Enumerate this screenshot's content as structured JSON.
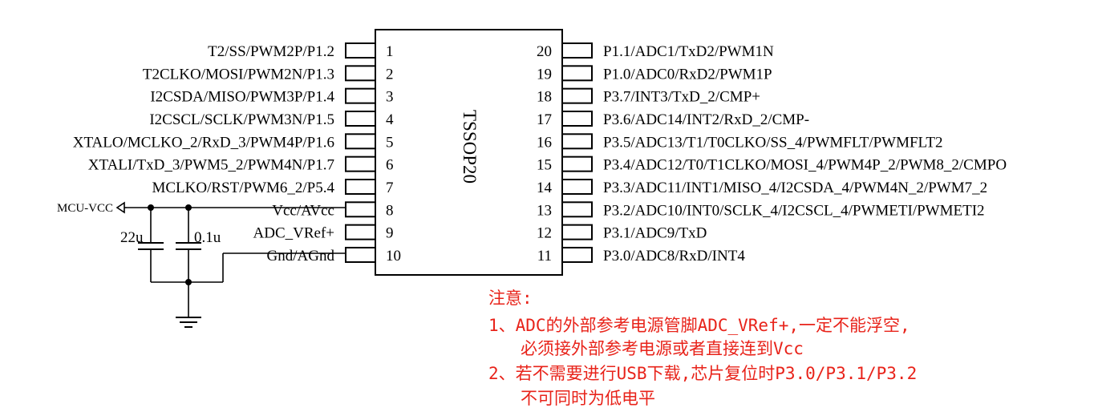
{
  "chip": {
    "package": "TSSOP20"
  },
  "left_pins": [
    {
      "num": "1",
      "label": "T2/SS/PWM2P/P1.2"
    },
    {
      "num": "2",
      "label": "T2CLKO/MOSI/PWM2N/P1.3"
    },
    {
      "num": "3",
      "label": "I2CSDA/MISO/PWM3P/P1.4"
    },
    {
      "num": "4",
      "label": "I2CSCL/SCLK/PWM3N/P1.5"
    },
    {
      "num": "5",
      "label": "XTALO/MCLKO_2/RxD_3/PWM4P/P1.6"
    },
    {
      "num": "6",
      "label": "XTALI/TxD_3/PWM5_2/PWM4N/P1.7"
    },
    {
      "num": "7",
      "label": "MCLKO/RST/PWM6_2/P5.4"
    },
    {
      "num": "8",
      "label": "Vcc/AVcc"
    },
    {
      "num": "9",
      "label": "ADC_VRef+"
    },
    {
      "num": "10",
      "label": "Gnd/AGnd"
    }
  ],
  "right_pins": [
    {
      "num": "20",
      "label": "P1.1/ADC1/TxD2/PWM1N"
    },
    {
      "num": "19",
      "label": "P1.0/ADC0/RxD2/PWM1P"
    },
    {
      "num": "18",
      "label": "P3.7/INT3/TxD_2/CMP+"
    },
    {
      "num": "17",
      "label": "P3.6/ADC14/INT2/RxD_2/CMP-"
    },
    {
      "num": "16",
      "label": "P3.5/ADC13/T1/T0CLKO/SS_4/PWMFLT/PWMFLT2"
    },
    {
      "num": "15",
      "label": "P3.4/ADC12/T0/T1CLKO/MOSI_4/PWM4P_2/PWM8_2/CMPO"
    },
    {
      "num": "14",
      "label": "P3.3/ADC11/INT1/MISO_4/I2CSDA_4/PWM4N_2/PWM7_2"
    },
    {
      "num": "13",
      "label": "P3.2/ADC10/INT0/SCLK_4/I2CSCL_4/PWMETI/PWMETI2"
    },
    {
      "num": "12",
      "label": "P3.1/ADC9/TxD"
    },
    {
      "num": "11",
      "label": "P3.0/ADC8/RxD/INT4"
    }
  ],
  "power": {
    "net_label": "MCU-VCC",
    "cap1": "22u",
    "cap2": "0.1u"
  },
  "notes": {
    "title": "注意:",
    "line1": "1、ADC的外部参考电源管脚ADC_VRef+,一定不能浮空,",
    "line1_cont": "必须接外部参考电源或者直接连到Vcc",
    "line2": "2、若不需要进行USB下载,芯片复位时P3.0/P3.1/P3.2",
    "line2_cont": "不可同时为低电平"
  },
  "colors": {
    "ink": "#000000",
    "note": "#e8231a"
  }
}
